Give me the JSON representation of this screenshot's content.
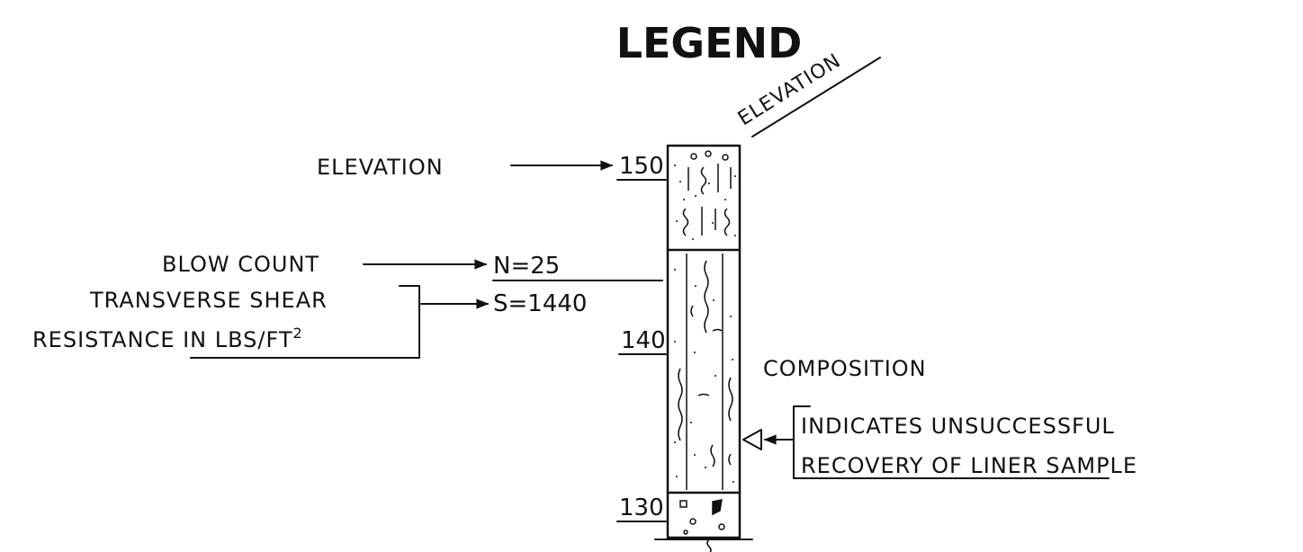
{
  "title": "LEGEND",
  "column_label": "Elevation",
  "callouts": {
    "elevation": "Elevation",
    "blow_count": "Blow Count",
    "shear_line1": "Transverse Shear",
    "shear_line2": "Resistance in Lbs/Ft",
    "shear_sup": "2",
    "composition": "Composition",
    "unsuccessful_line1": "Indicates Unsuccessful",
    "unsuccessful_line2": "Recovery of Liner Sample"
  },
  "values": {
    "blow_count": "N=25",
    "shear": "S=1440"
  },
  "elevation_ticks": [
    "150",
    "140",
    "130"
  ]
}
